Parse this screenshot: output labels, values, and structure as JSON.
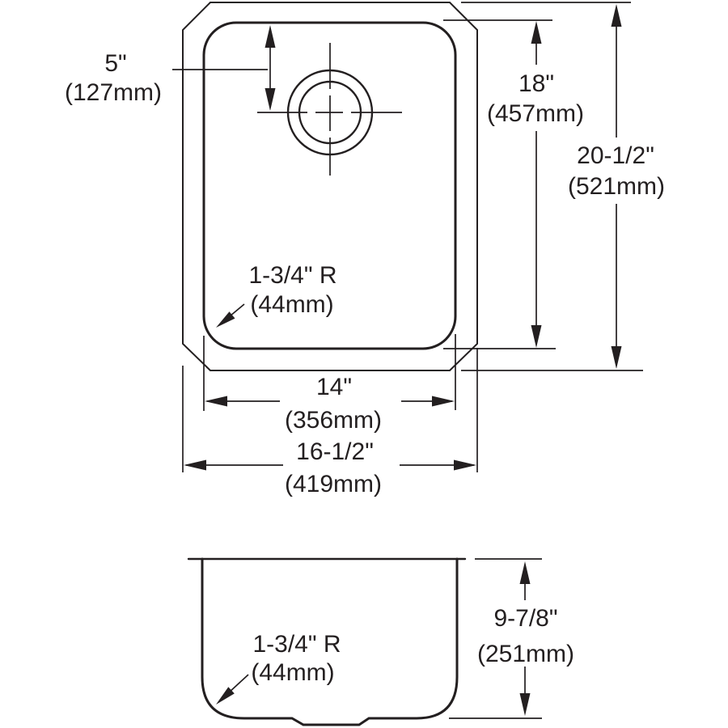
{
  "colors": {
    "background": "#ffffff",
    "line": "#231f20"
  },
  "top_view": {
    "faucet_hole_offset": {
      "value_in": "5\"",
      "value_mm": "(127mm)"
    },
    "bowl_front_to_back": {
      "value_in": "18\"",
      "value_mm": "(457mm)"
    },
    "overall_front_to_back": {
      "value_in": "20-1/2\"",
      "value_mm": "(521mm)"
    },
    "corner_radius": {
      "value_in": "1-3/4\" R",
      "value_mm": "(44mm)"
    },
    "bowl_width": {
      "value_in": "14\"",
      "value_mm": "(356mm)"
    },
    "overall_width": {
      "value_in": "16-1/2\"",
      "value_mm": "(419mm)"
    }
  },
  "side_view": {
    "corner_radius": {
      "value_in": "1-3/4\" R",
      "value_mm": "(44mm)"
    },
    "bowl_depth": {
      "value_in": "9-7/8\"",
      "value_mm": "(251mm)"
    }
  }
}
